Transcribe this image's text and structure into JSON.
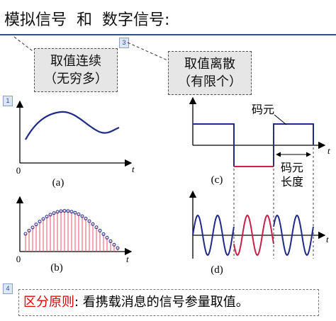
{
  "title": {
    "analog": "模拟信号",
    "and": "和",
    "digital": "数字信号:"
  },
  "badges": [
    "1",
    "3",
    "4"
  ],
  "analog_box": {
    "line1": "取值连续",
    "line2": "（无穷多）"
  },
  "digital_box": {
    "line1": "取值离散",
    "line2": "（有限个）"
  },
  "labels": {
    "a": "(a)",
    "b": "(b)",
    "c": "(c)",
    "d": "(d)",
    "origin": "0",
    "t": "t",
    "code_element": "码元",
    "code_length_1": "码元",
    "code_length_2": "长度"
  },
  "bottom": {
    "highlight": "区分原则",
    "rest": ": 看携载消息的信号参量取值。"
  },
  "colors": {
    "curve": "#1f2a8a",
    "red": "#c8204a",
    "sample_line": "#e8506a",
    "axis": "#000000",
    "accent": "#2e4f8a"
  }
}
